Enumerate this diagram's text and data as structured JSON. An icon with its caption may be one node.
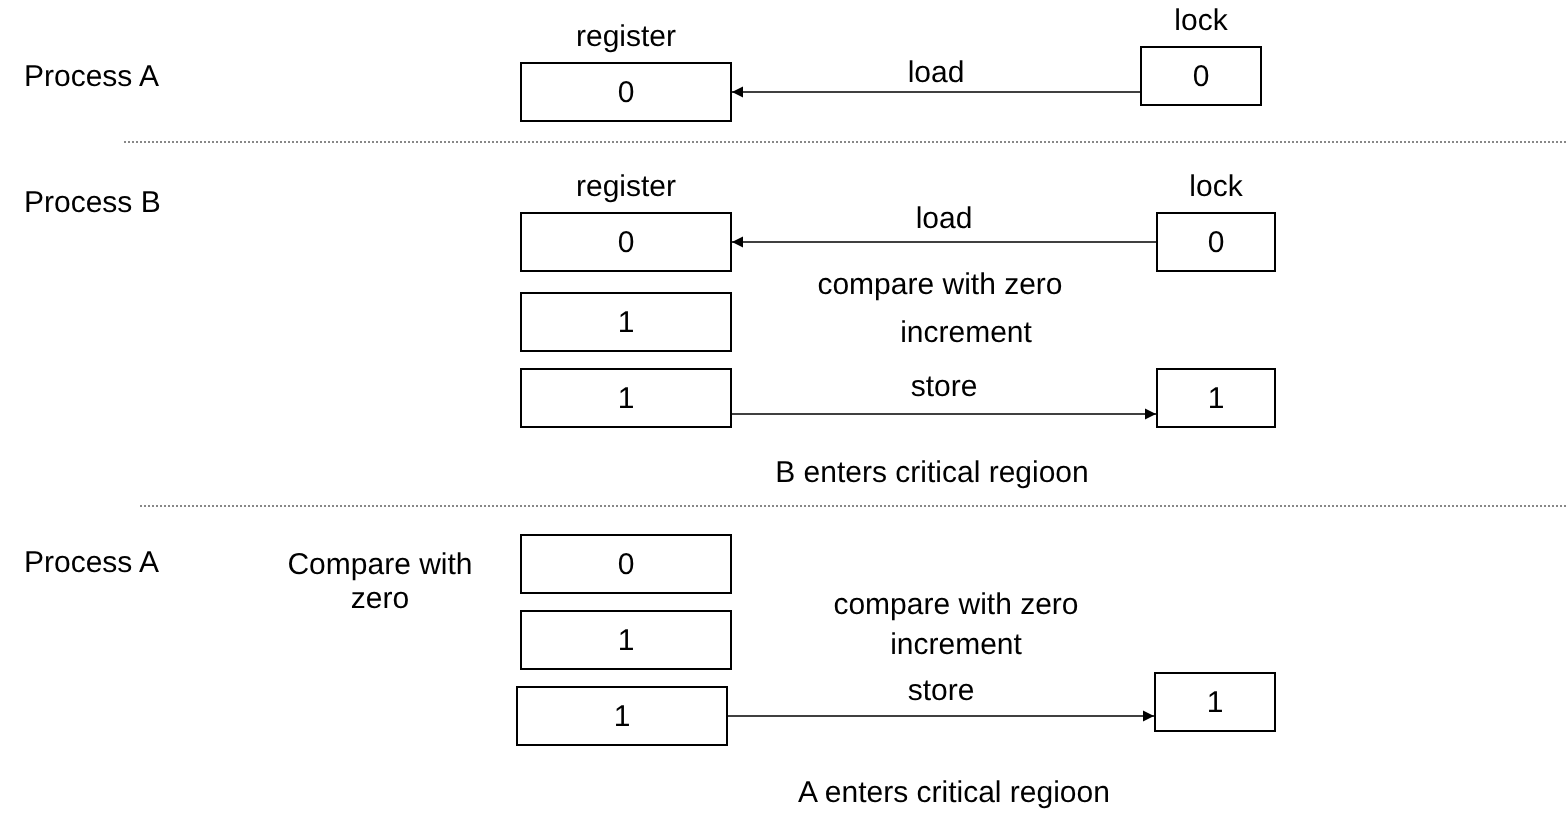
{
  "diagram": {
    "nodes": [
      {
        "text": [
          "register",
          "0"
        ]
      },
      {
        "text": [
          "lock",
          "0"
        ]
      },
      {
        "text": [
          "register",
          "0"
        ]
      },
      {
        "text": [
          "1"
        ]
      },
      {
        "text": [
          "1"
        ]
      },
      {
        "text": [
          "lock",
          "0"
        ]
      },
      {
        "text": [
          "1"
        ]
      },
      {
        "text": [
          "0"
        ]
      },
      {
        "text": [
          "1"
        ]
      },
      {
        "text": [
          "1"
        ]
      },
      {
        "text": [
          "1"
        ]
      }
    ],
    "edges": [
      {
        "from": 1,
        "to": 0,
        "arrow": "to",
        "label": "load"
      },
      {
        "from": 5,
        "to": 2,
        "arrow": "to",
        "label": "load"
      },
      {
        "from": 4,
        "to": 6,
        "arrow": "to",
        "label": "store"
      },
      {
        "from": 9,
        "to": 10,
        "arrow": "to",
        "label": "store"
      }
    ],
    "labels": [
      "Process A",
      "Process B",
      "compare with zero",
      "increment",
      "B enters critical regioon",
      "Process A",
      "Compare with zero",
      "compare with zero",
      "increment",
      "A enters critical regioon"
    ]
  }
}
